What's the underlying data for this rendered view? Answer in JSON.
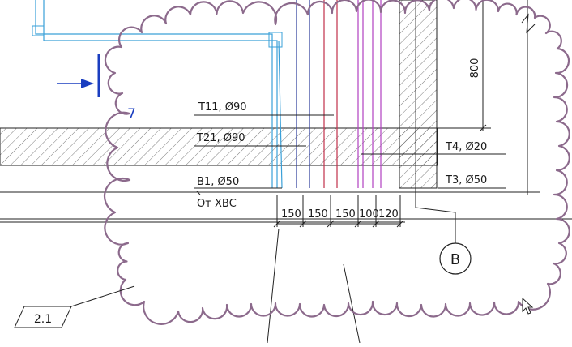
{
  "pipes": [
    {
      "label": "T11, Ø90"
    },
    {
      "label": "T21, Ø90"
    },
    {
      "label": "B1, Ø50"
    },
    {
      "label": "T4, Ø20"
    },
    {
      "label": "T3, Ø50"
    }
  ],
  "source_note": "От ХВС",
  "spacing_dims": [
    "150",
    "150",
    "150",
    "100",
    "120"
  ],
  "height_dim": "800",
  "axis_marker": "B",
  "cloud_tag": "2.1",
  "section_mark": "7",
  "colors": {
    "revision_cloud": "#8c6a8c",
    "cold_water_pipe": "#3aa0d8",
    "heating_supply": "#c0304a",
    "heating_return": "#2a3a9a",
    "hot_water": "#b040c0",
    "section_arrow": "#1a3ec0",
    "ink": "#1a1a1a"
  },
  "icons": [
    "section-arrow-icon",
    "mouse-cursor-icon",
    "break-line-icon"
  ]
}
